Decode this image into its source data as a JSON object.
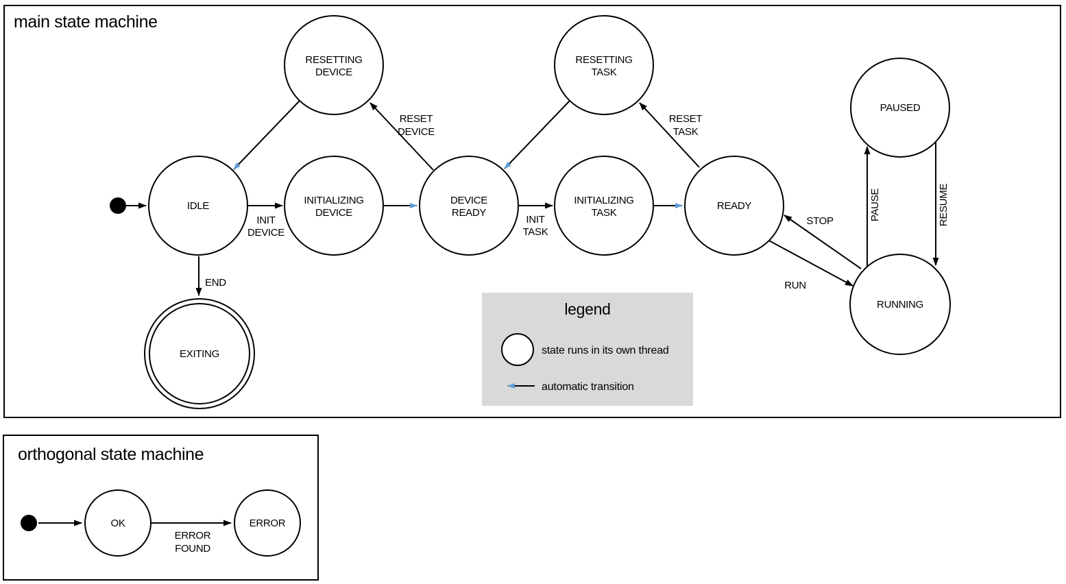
{
  "colors": {
    "state_thread_fill": "#b8cae9",
    "auto_transition": "#5e9cd9",
    "legend_bg": "#d9d9d9",
    "outline": "#000000"
  },
  "main": {
    "title": "main state machine",
    "states": {
      "idle": {
        "label": "IDLE"
      },
      "initializing_device": {
        "line1": "INITIALIZING",
        "line2": "DEVICE"
      },
      "device_ready": {
        "line1": "DEVICE",
        "line2": "READY"
      },
      "initializing_task": {
        "line1": "INITIALIZING",
        "line2": "TASK"
      },
      "ready": {
        "label": "READY"
      },
      "resetting_device": {
        "line1": "RESETTING",
        "line2": "DEVICE"
      },
      "resetting_task": {
        "line1": "RESETTING",
        "line2": "TASK"
      },
      "paused": {
        "label": "PAUSED"
      },
      "running": {
        "label": "RUNNING"
      },
      "exiting": {
        "label": "EXITING"
      }
    },
    "transitions": {
      "init_device": {
        "line1": "INIT",
        "line2": "DEVICE"
      },
      "init_task": {
        "line1": "INIT",
        "line2": "TASK"
      },
      "reset_device": {
        "line1": "RESET",
        "line2": "DEVICE"
      },
      "reset_task": {
        "line1": "RESET",
        "line2": "TASK"
      },
      "end": {
        "label": "END"
      },
      "run": {
        "label": "RUN"
      },
      "stop": {
        "label": "STOP"
      },
      "pause": {
        "label": "PAUSE"
      },
      "resume": {
        "label": "RESUME"
      }
    }
  },
  "legend": {
    "title": "legend",
    "items": {
      "thread": {
        "label": "state runs in its own thread"
      },
      "auto": {
        "label": "automatic transition"
      }
    }
  },
  "orthogonal": {
    "title": "orthogonal state machine",
    "states": {
      "ok": {
        "label": "OK"
      },
      "error": {
        "label": "ERROR"
      }
    },
    "transitions": {
      "error_found": {
        "line1": "ERROR",
        "line2": "FOUND"
      }
    }
  }
}
